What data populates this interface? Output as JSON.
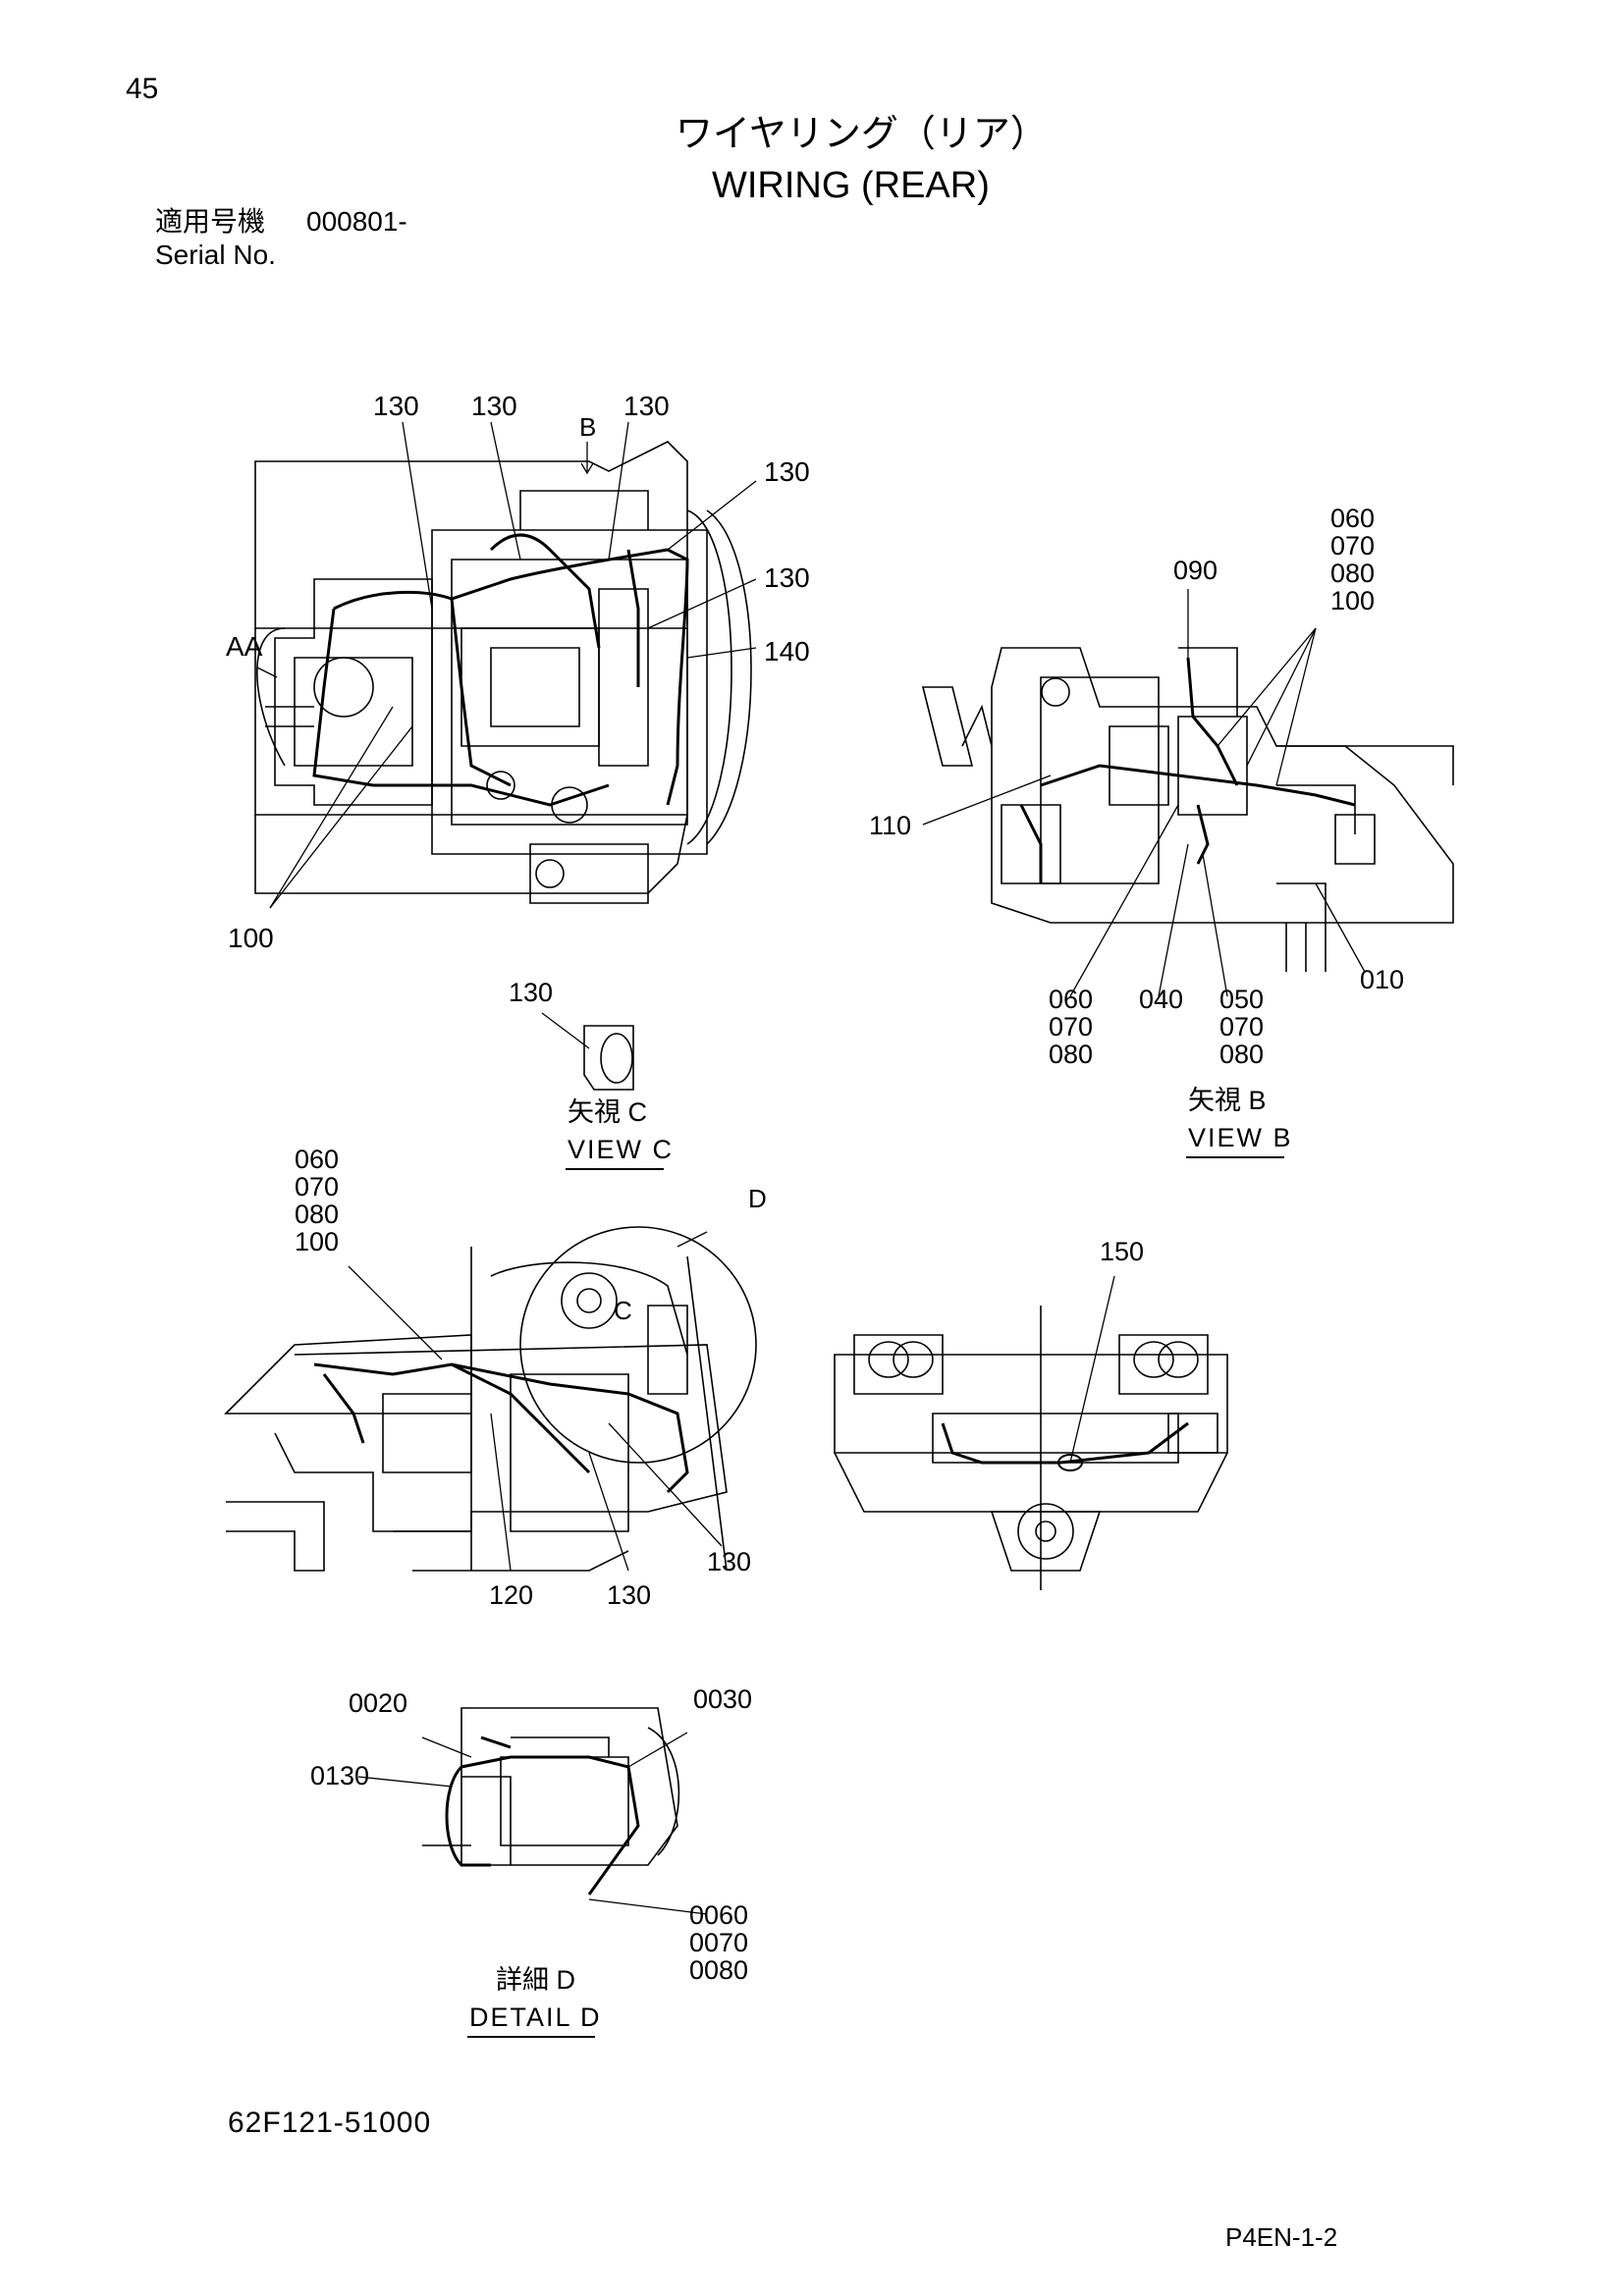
{
  "header": {
    "page_number": "45",
    "title_jp": "ワイヤリング（リア）",
    "title_en": "WIRING (REAR)",
    "applicable_model_label": "適用号機",
    "serial_value": "000801-",
    "serial_label": "Serial No."
  },
  "diagram": {
    "main_view": {
      "callouts": [
        "130",
        "130",
        "130",
        "130",
        "130",
        "140",
        "100"
      ],
      "markers": [
        "B",
        "AA"
      ]
    },
    "view_b": {
      "callouts_top": [
        "060",
        "070",
        "080",
        "100"
      ],
      "callout_090": "090",
      "callout_110": "110",
      "callouts_bottom_left": [
        "060",
        "070",
        "080"
      ],
      "callout_040": "040",
      "callouts_bottom_right": [
        "050",
        "070",
        "080"
      ],
      "callout_010": "010",
      "caption_jp": "矢視 B",
      "caption_en": "VIEW B"
    },
    "view_c": {
      "callout": "130",
      "caption_jp": "矢視 C",
      "caption_en": "VIEW C"
    },
    "side_view": {
      "callouts_top": [
        "060",
        "070",
        "080",
        "100"
      ],
      "marker_d": "D",
      "marker_c": "C",
      "callout_120": "120",
      "callout_130a": "130",
      "callout_130b": "130"
    },
    "rear_view": {
      "callout": "150"
    },
    "detail_d": {
      "callout_0020": "0020",
      "callout_0030": "0030",
      "callout_0130": "0130",
      "callouts_bottom": [
        "0060",
        "0070",
        "0080"
      ],
      "caption_jp": "詳細 D",
      "caption_en": "DETAIL D"
    }
  },
  "footer": {
    "drawing_number": "62F121-51000",
    "page_code": "P4EN-1-2"
  }
}
